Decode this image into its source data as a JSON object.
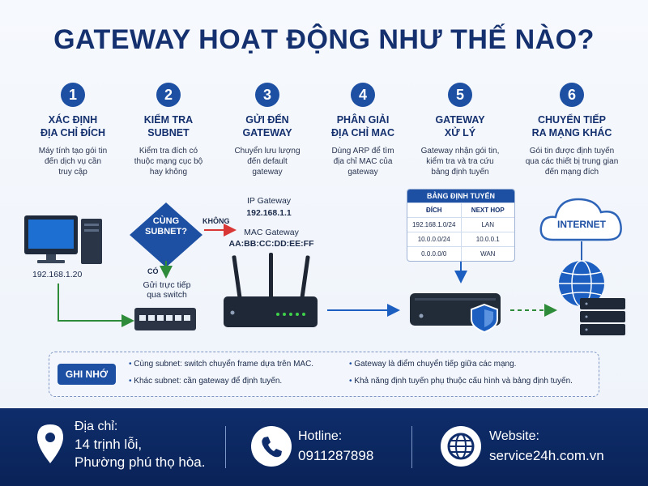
{
  "title": "GATEWAY HOẠT ĐỘNG NHƯ THẾ NÀO?",
  "steps": [
    {
      "num": "1",
      "title": "XÁC ĐỊNH\nĐỊA CHỈ ĐÍCH",
      "desc": "Máy tính tạo gói tin\nđến dịch vụ cần\ntruy cập"
    },
    {
      "num": "2",
      "title": "KIỂM TRA\nSUBNET",
      "desc": "Kiểm tra đích có\nthuộc mạng cục bộ\nhay không"
    },
    {
      "num": "3",
      "title": "GỬI ĐẾN\nGATEWAY",
      "desc": "Chuyển lưu lượng\nđến default\ngateway"
    },
    {
      "num": "4",
      "title": "PHÂN GIẢI\nĐỊA CHỈ MAC",
      "desc": "Dùng ARP để tìm\nđịa chỉ MAC của\ngateway"
    },
    {
      "num": "5",
      "title": "GATEWAY\nXỬ LÝ",
      "desc": "Gateway nhận gói tin,\nkiểm tra và tra cứu\nbảng định tuyến"
    },
    {
      "num": "6",
      "title": "CHUYỂN TIẾP\nRA MẠNG KHÁC",
      "desc": "Gói tin được định tuyến\nqua các thiết bị trung gian\nđến mạng đích"
    }
  ],
  "diagram": {
    "pc_ip": "192.168.1.20",
    "decision": "CÙNG\nSUBNET?",
    "no_label": "KHÔNG",
    "yes_label": "CÓ",
    "switch_note": "Gửi trực tiếp\nqua switch",
    "gateway_ip_label": "IP Gateway",
    "gateway_ip": "192.168.1.1",
    "mac_label": "MAC Gateway",
    "mac": "AA:BB:CC:DD:EE:FF",
    "internet": "INTERNET"
  },
  "route_table": {
    "title": "BẢNG ĐỊNH TUYẾN",
    "headers": [
      "ĐÍCH",
      "NEXT HOP"
    ],
    "rows": [
      [
        "192.168.1.0/24",
        "LAN"
      ],
      [
        "10.0.0.0/24",
        "10.0.0.1"
      ],
      [
        "0.0.0.0/0",
        "WAN"
      ]
    ]
  },
  "note": {
    "tag": "GHI NHỚ",
    "left": [
      "Cùng subnet: switch chuyển frame dựa trên MAC.",
      "Khác subnet: cần gateway để định tuyến."
    ],
    "right": [
      "Gateway là điểm chuyển tiếp giữa các mạng.",
      "Khả năng định tuyến phụ thuộc cấu hình và bảng định tuyến."
    ]
  },
  "footer": {
    "address_label": "Địa chỉ:",
    "address_lines": "14 trịnh lỗi,\nPhường phú thọ hòa.",
    "hotline_label": "Hotline:",
    "hotline": "0911287898",
    "website_label": "Website:",
    "website": "service24h.com.vn"
  },
  "colors": {
    "primary": "#1d4fa3",
    "title": "#14306e",
    "arrow_no": "#d93636",
    "arrow_yes": "#2e8b3a",
    "arrow_flow": "#1d5fc0",
    "footer_bg": "#0f2d6b"
  },
  "icons": [
    "computer-icon",
    "switch-icon",
    "router-icon",
    "gateway-appliance-icon",
    "shield-icon",
    "cloud-icon",
    "globe-icon",
    "server-stack-icon",
    "location-pin-icon",
    "phone-icon",
    "globe-web-icon"
  ]
}
